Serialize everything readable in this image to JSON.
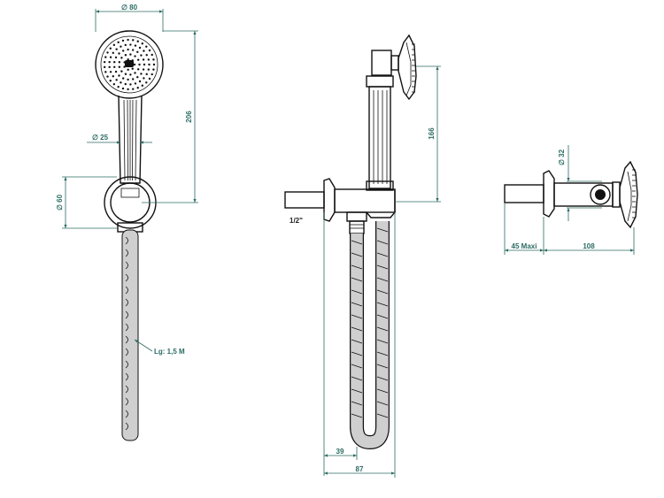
{
  "dimensions": {
    "head_diameter": "∅ 80",
    "head_height": "206",
    "handle_diameter": "∅ 25",
    "holder_diameter": "∅ 60",
    "hose_length": "Lg: 1,5 M",
    "riser_height": "166",
    "thread": "1/2\"",
    "hose_offset": "39",
    "outlet_width": "87",
    "valve_diameter": "∅ 32",
    "wall_max": "45  Maxi",
    "valve_depth": "108"
  },
  "colors": {
    "dimension": "#2b6b63",
    "outline": "#111111",
    "hose": "#cfcfcf"
  }
}
